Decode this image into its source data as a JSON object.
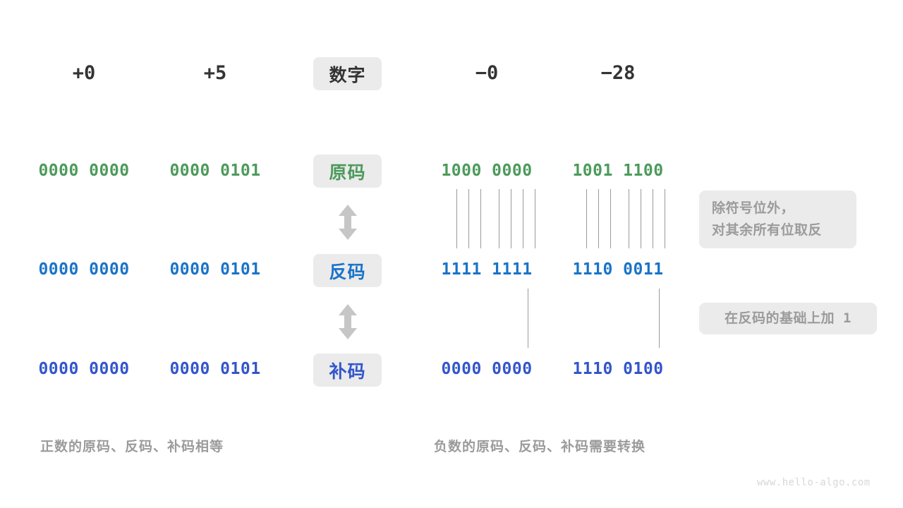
{
  "figure": {
    "watermark": "www.hello-algo.com",
    "colors": {
      "background": "#ffffff",
      "pill_background": "#ebebeb",
      "header_text": "#333333",
      "true_form_green": "#4c9a5b",
      "ones_complement_blue": "#1a73c8",
      "twos_complement_indigo": "#3355cc",
      "note_text_gray": "#9b9b9b",
      "connector_line_gray": "#9a9a9a",
      "arrow_gray": "#c6c6c6"
    }
  },
  "header": {
    "row_label": "数字",
    "columns": [
      "+0",
      "+5",
      "−0",
      "−28"
    ]
  },
  "rows": [
    {
      "label": "原码",
      "label_color": "#4c9a5b",
      "value_color": "#4c9a5b",
      "values": [
        "0000 0000",
        "0000 0101",
        "1000 0000",
        "1001 1100"
      ]
    },
    {
      "label": "反码",
      "label_color": "#1a73c8",
      "value_color": "#1a73c8",
      "values": [
        "0000 0000",
        "0000 0101",
        "1111 1111",
        "1110 0011"
      ]
    },
    {
      "label": "补码",
      "label_color": "#3355cc",
      "value_color": "#3355cc",
      "values": [
        "0000 0000",
        "0000 0101",
        "0000 0000",
        "1110 0100"
      ]
    }
  ],
  "notes": [
    {
      "id": "note-invert",
      "lines": [
        "除符号位外，",
        "对其余所有位取反"
      ]
    },
    {
      "id": "note-add-one",
      "text_prefix": "在反码的基础上加",
      "text_value": "1"
    }
  ],
  "captions": {
    "left": "正数的原码、反码、补码相等",
    "right": "负数的原码、反码、补码需要转换"
  }
}
